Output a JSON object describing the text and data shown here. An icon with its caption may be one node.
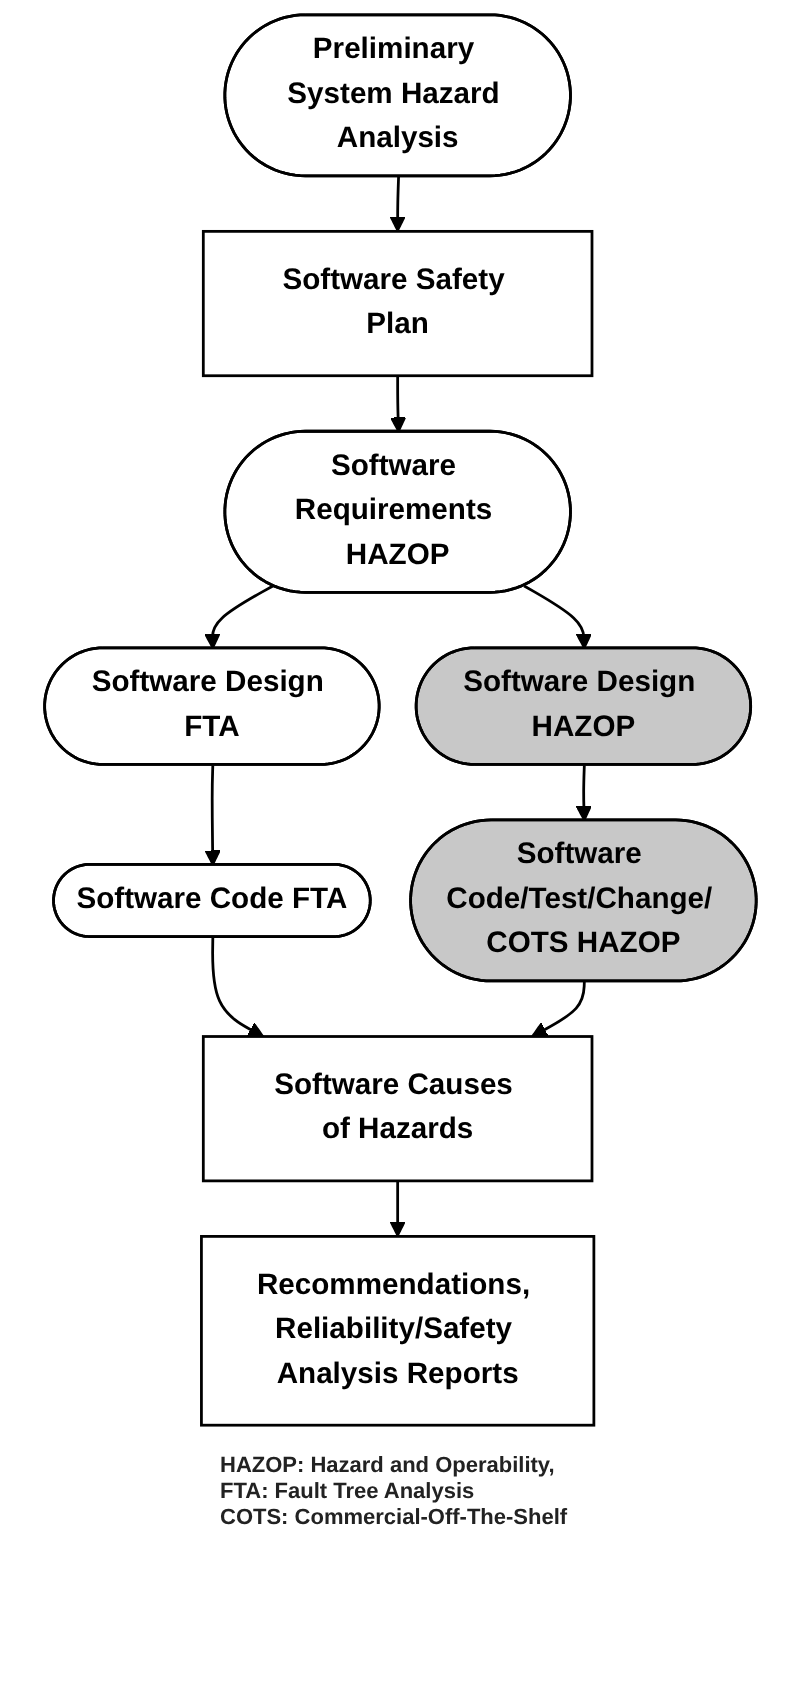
{
  "diagram": {
    "nodes": [
      {
        "text": [
          "Preliminary System Hazard Analysis"
        ]
      },
      {
        "text": [
          "Software Safety Plan"
        ]
      },
      {
        "text": [
          "Software Requirements HAZOP"
        ]
      },
      {
        "text": [
          "Software Design FTA"
        ]
      },
      {
        "text": [
          "Software Design HAZOP"
        ]
      },
      {
        "text": [
          "Software Code FTA"
        ]
      },
      {
        "text": [
          "Software Code/Test/Change/ COTS HAZOP"
        ]
      },
      {
        "text": [
          "Software Causes of Hazards"
        ]
      },
      {
        "text": [
          "Recommendations, Reliability/Safety Analysis Reports"
        ]
      }
    ],
    "edges": [
      {
        "from": 0,
        "to": 1,
        "arrow": "to"
      },
      {
        "from": 1,
        "to": 2,
        "arrow": "to"
      },
      {
        "from": 2,
        "to": 3,
        "arrow": "to"
      },
      {
        "from": 2,
        "to": 4,
        "arrow": "to"
      },
      {
        "from": 3,
        "to": 5,
        "arrow": "to"
      },
      {
        "from": 4,
        "to": 6,
        "arrow": "to"
      },
      {
        "from": 5,
        "to": 7,
        "arrow": "to"
      },
      {
        "from": 6,
        "to": 7,
        "arrow": "to"
      },
      {
        "from": 7,
        "to": 8,
        "arrow": "to"
      }
    ],
    "labels": [
      "HAZOP: Hazard and Operability,",
      "FTA: Fault Tree Analysis",
      "COTS: Commercial-Off-The-Shelf"
    ]
  }
}
